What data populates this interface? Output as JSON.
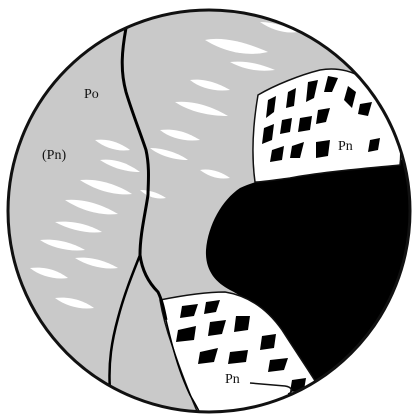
{
  "labels": {
    "po": "Po",
    "pn_paren": "(Pn)",
    "pn_right": "Pn",
    "pn_bottom": "Pn"
  },
  "colors": {
    "pyrrhotite_gray": "#c9c9c9",
    "pentlandite_white": "#ffffff",
    "opaque_black": "#000000",
    "outline": "#111111"
  }
}
